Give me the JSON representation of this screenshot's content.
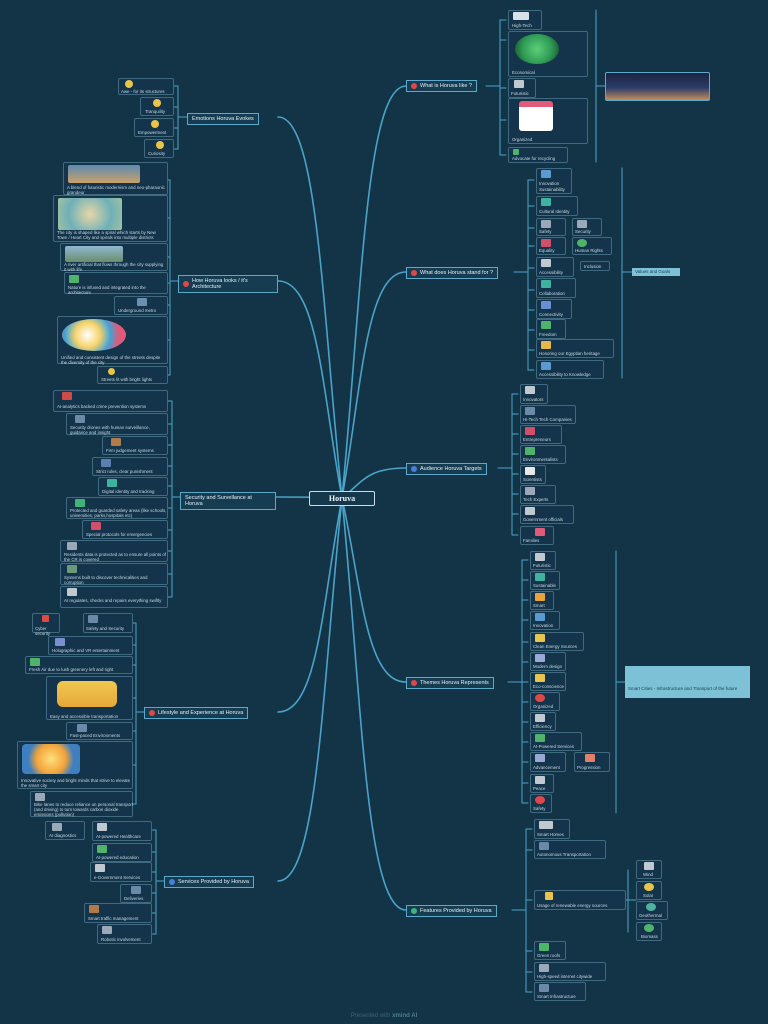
{
  "central": "Horuva",
  "footer": {
    "prefix": "Presented with",
    "brand": "xmind AI"
  },
  "colors": {
    "background": "#133447",
    "line": "#4aa3c8",
    "red_dot": "#e04848",
    "blue_dot": "#4a7fd9",
    "green_dot": "#3fb37a"
  },
  "topics": {
    "emotions": "Emotions Horuva Evokes",
    "looks": "How Horuva looks / it's Architecture",
    "security": "Security and Survellance at Horuva",
    "lifestyle": "Lifestyle and Experience at Horuva",
    "services": "Services Provided by Horuva",
    "what_like": "What is Horuva like ?",
    "stand_for": "What does Horuva stand for ?",
    "audience": "Audience Horuva Targets",
    "themes": "Themes Horuva Represents",
    "features": "Features Provided by Horuva"
  },
  "emotions": [
    "Awe - for its structures",
    "Tranquility",
    "Empowerment",
    "Curiosity"
  ],
  "looks": [
    "A blend of futuristic modernism and neo-pharaonic grandeur",
    "The city is shaped like a spiral which starts by New Town / Heart City and spirals into multiple districts",
    "A river artificial that flows through the city supplying it with life",
    "Nature is infused and integrated into the architecture",
    "Underground metro",
    "Unified and consistent design of the streets despite the diversity of the city",
    "Streets lit with bright lights"
  ],
  "security": [
    "AI-analytics backed crime prevention systems",
    "Security drones with human surveillance, guidance and insight",
    "Firm judgement systems",
    "Strict rules, clear punishment",
    "Digital identity and tracking",
    "Protected and guarded safety areas (like schools, universities, parks,hospitals etc)",
    "Special protocols for emergencies",
    "Residents data is protected as to ensure all points of the CR is covered",
    "Systems built to discover technicalities and corruption",
    "AI regulates, checks and repairs everything swiftly"
  ],
  "lifestyle": [
    "Cyber security",
    "Safety and Security",
    "Holographic and VR entertainment",
    "Fresh Air due to lush greenery left and right",
    "Easy and accessible transportation",
    "Fast-paced Environments",
    "Innovative society and bright minds that strive to elevate the smart city",
    "Bike lanes to reduce reliance on personal transport (and driving) to turn towards carbon dioxide emissions (pollution)"
  ],
  "services": [
    "AI diagnostics",
    "AI-powered Healthcare",
    "AI-powered education",
    "e-Government Services",
    "Deliveries",
    "Smart traffic management",
    "Robotic involvement"
  ],
  "what_like": [
    "High-Tech",
    "Economical",
    "Futuristic",
    "Organized",
    "Advocate for recycling"
  ],
  "stand_for": [
    "Innovation",
    "Sustainability",
    "Cultural Identity",
    "Safety",
    "Security",
    "Equality",
    "Human Rights",
    "Accessibility",
    "Inclusion",
    "Collaboration",
    "Connectivity",
    "Freedom",
    "Honoring our Egyptian heritage",
    "Accessibility to Knowledge"
  ],
  "stand_for_note": "Values and Goals",
  "audience": [
    "Innovators",
    "Hi-Tech Tech Companies",
    "Entrepreneurs",
    "Environmentalists",
    "Scientists",
    "Tech Experts",
    "Government officials",
    "Families"
  ],
  "themes": [
    "Futuristic",
    "Sustainable",
    "Smart",
    "Innovation",
    "Clean Energy Sources",
    "Modern design",
    "Eco-conscience",
    "Organized",
    "Efficiency",
    "AI-Powered Services",
    "Advancement",
    "Progression",
    "Peace",
    "Safety"
  ],
  "themes_note": "Smart Cities - Infrastructure and Transport of the future",
  "features": [
    "Smart Homes",
    "Autonomous Transportation",
    "Usage of renewable energy sources",
    "Wind",
    "Solar",
    "Geothermal",
    "Biomass",
    "Green roofs",
    "High-speed internet citywide",
    "Smart Infrastructure"
  ]
}
